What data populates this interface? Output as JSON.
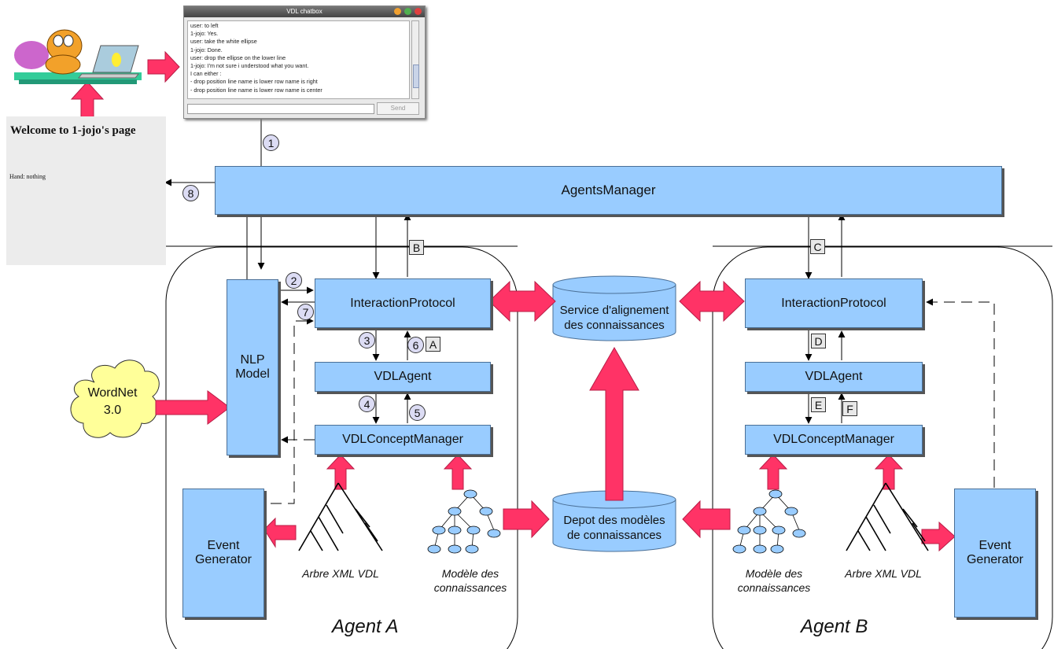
{
  "colors": {
    "box_fill": "#99ccff",
    "big_arrow": "#ff3366",
    "cloud": "#ffff99",
    "badge": "#dcdcf4"
  },
  "chatbox": {
    "title": "VDL chatbox",
    "lines": [
      "user: to left",
      "1-jojo: Yes.",
      "user: take the white ellipse",
      "1-jojo: Done.",
      "user: drop the ellipse on the lower line",
      "1-jojo: I'm not sure i understood what you want.",
      "I can either :",
      "- drop position line name is lower row name is right",
      "- drop position line name is lower row name is center"
    ],
    "send_label": "Send"
  },
  "webpage": {
    "title": "Welcome to 1-jojo's page",
    "hand_label": "Hand: nothing"
  },
  "agents_manager": "AgentsManager",
  "agent_a": {
    "title": "Agent A",
    "interaction_protocol": "InteractionProtocol",
    "vdl_agent": "VDLAgent",
    "concept_manager": "VDLConceptManager",
    "nlp_model": [
      "NLP",
      "Model"
    ],
    "event_generator": [
      "Event",
      "Generator"
    ],
    "xml_tree_caption": "Arbre XML VDL",
    "knowledge_model_caption": [
      "Modèle des",
      "connaissances"
    ]
  },
  "agent_b": {
    "title": "Agent B",
    "interaction_protocol": "InteractionProtocol",
    "vdl_agent": "VDLAgent",
    "concept_manager": "VDLConceptManager",
    "event_generator": [
      "Event",
      "Generator"
    ],
    "xml_tree_caption": "Arbre XML VDL",
    "knowledge_model_caption": [
      "Modèle des",
      "connaissances"
    ]
  },
  "wordnet": [
    "WordNet",
    "3.0"
  ],
  "alignment_service": [
    "Service d'alignement",
    "des connaissances"
  ],
  "model_repository": [
    "Depot des modèles",
    "de connaissances"
  ],
  "step_numbers": [
    "1",
    "2",
    "3",
    "4",
    "5",
    "6",
    "7",
    "8"
  ],
  "step_letters": [
    "A",
    "B",
    "C",
    "D",
    "E",
    "F"
  ]
}
